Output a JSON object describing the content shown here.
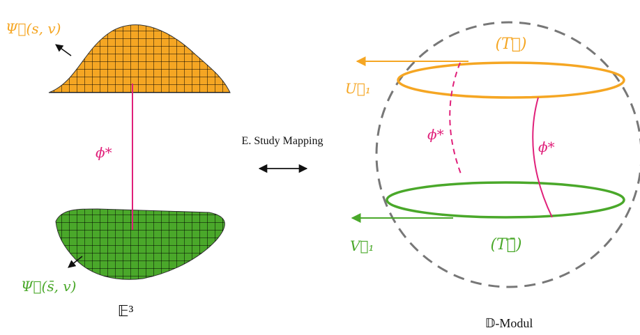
{
  "labels": {
    "psi_top": "Ψ⃗(s, v)",
    "psi_bottom": "Ψ⃗(s̄, v)",
    "phi_left": "ϕ*",
    "mapping": "E. Study Mapping",
    "e3": "𝔼³",
    "dmodul": "𝔻-Modul",
    "T_top": "(T⃗)",
    "T_bottom": "(T⃗̄)",
    "U1": "U⃗₁",
    "V1": "V⃗₁",
    "phi_mid": "ϕ*",
    "phi_right": "ϕ*"
  },
  "colors": {
    "orange": "#f5a623",
    "green": "#4aa82a",
    "pink": "#e0207a",
    "gray_dashed": "#777777",
    "black": "#111111"
  }
}
